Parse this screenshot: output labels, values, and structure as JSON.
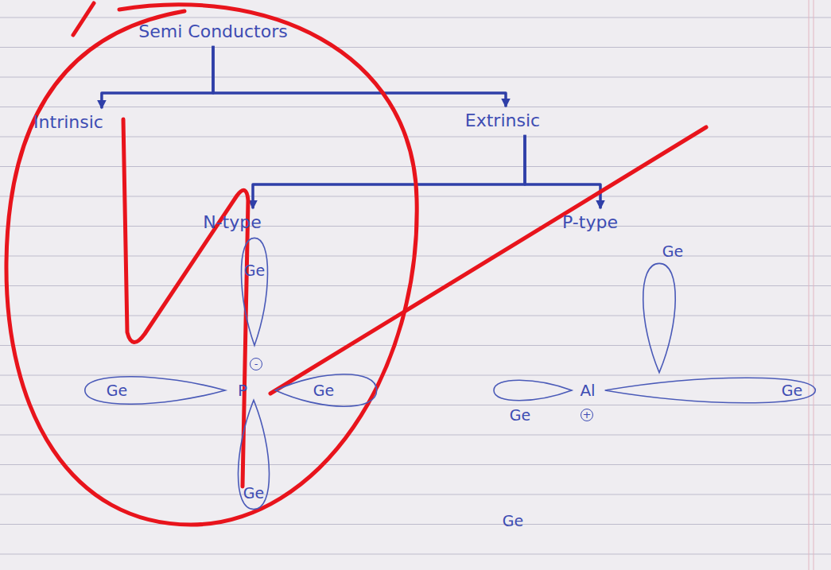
{
  "diagram": {
    "nodes": [
      {
        "text": [
          "Semi Conductors"
        ]
      },
      {
        "text": [
          "Intrinsic"
        ]
      },
      {
        "text": [
          "Extrinsic"
        ]
      },
      {
        "text": [
          "N-type"
        ]
      },
      {
        "text": [
          "P-type"
        ]
      },
      {
        "text": [
          "Ge"
        ]
      },
      {
        "text": [
          "Ge"
        ]
      },
      {
        "text": [
          "Ge"
        ]
      },
      {
        "text": [
          "Ge"
        ]
      },
      {
        "text": [
          "Ge"
        ]
      },
      {
        "text": [
          "Ge"
        ]
      },
      {
        "text": [
          "Ge"
        ]
      }
    ],
    "edges": [
      {
        "from": 0,
        "to": 1,
        "arrow": "to"
      },
      {
        "from": 0,
        "to": 2,
        "arrow": "to"
      },
      {
        "from": 2,
        "to": 3,
        "arrow": "to"
      },
      {
        "from": 2,
        "to": 4,
        "arrow": "to"
      }
    ],
    "labels": [
      "-",
      "P",
      "Al",
      "+",
      "Ge"
    ]
  }
}
